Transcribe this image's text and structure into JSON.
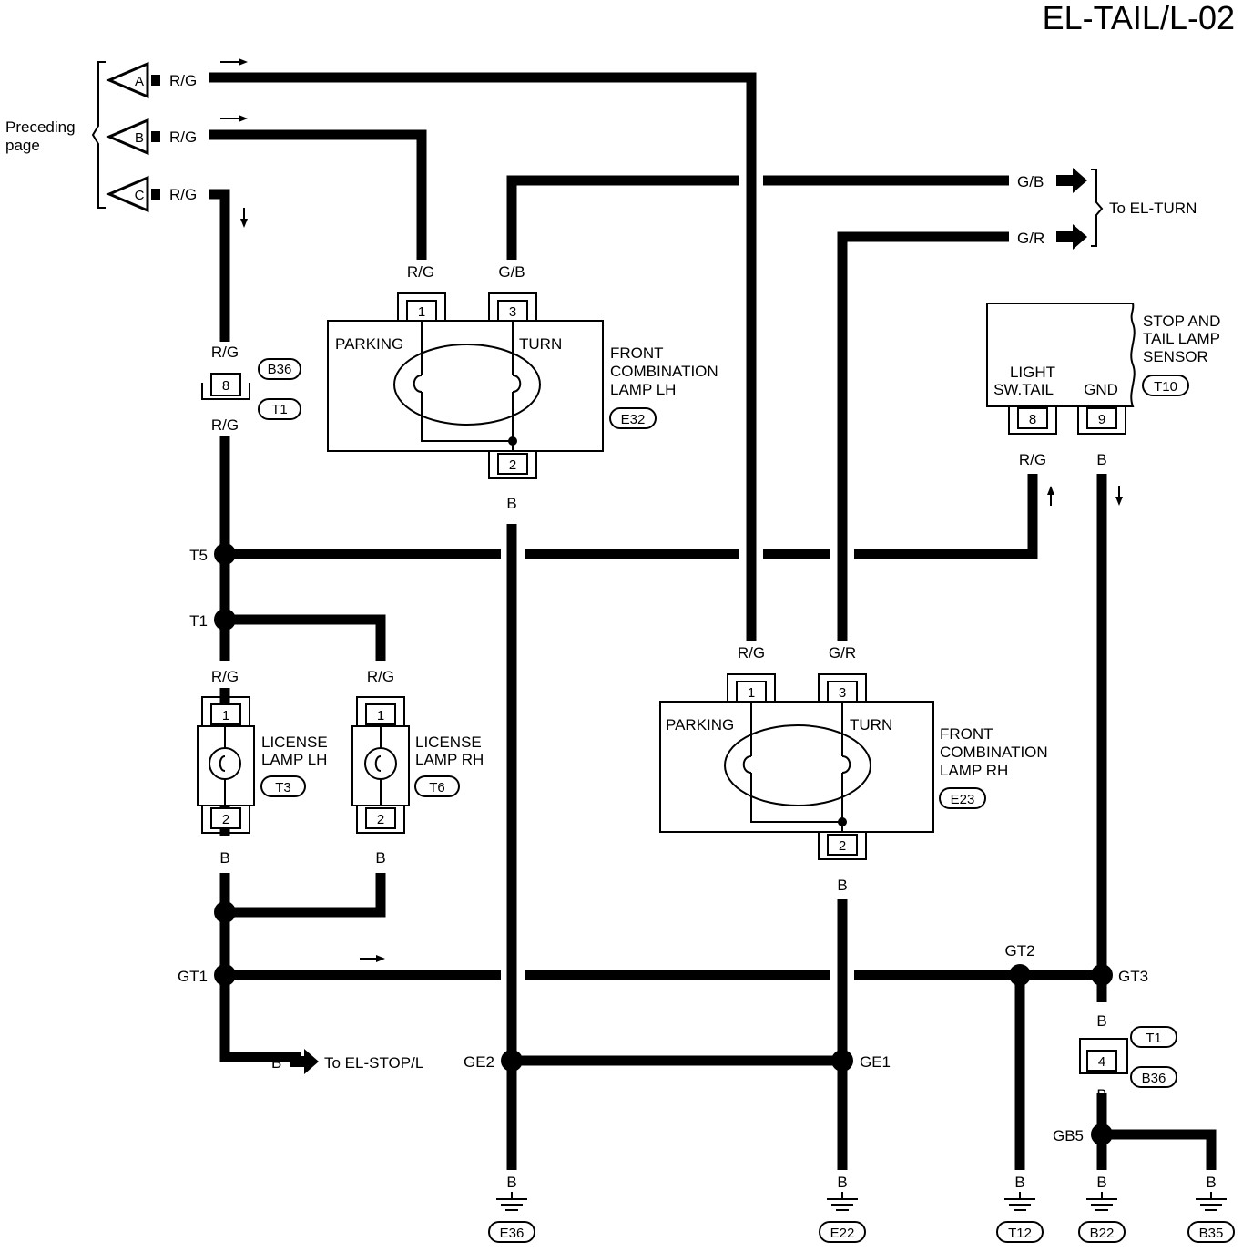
{
  "title": "EL-TAIL/L-02",
  "preceding_page": [
    "Preceding",
    "page"
  ],
  "to_el_turn": "To EL-TURN",
  "to_el_stop": "To EL-STOP/L",
  "connectors_from_prev": [
    {
      "letter": "A",
      "wire": "R/G"
    },
    {
      "letter": "B",
      "wire": "R/G"
    },
    {
      "letter": "C",
      "wire": "R/G"
    }
  ],
  "outputs_turn": [
    {
      "wire": "G/B"
    },
    {
      "wire": "G/R"
    }
  ],
  "components": {
    "front_lh": {
      "name": [
        "FRONT",
        "COMBINATION",
        "LAMP LH"
      ],
      "code": "E32",
      "parking": "PARKING",
      "turn": "TURN",
      "pin1": "1",
      "pin3": "3",
      "pin2": "2",
      "wire1": "R/G",
      "wire3": "G/B",
      "wire2": "B"
    },
    "front_rh": {
      "name": [
        "FRONT",
        "COMBINATION",
        "LAMP RH"
      ],
      "code": "E23",
      "parking": "PARKING",
      "turn": "TURN",
      "pin1": "1",
      "pin3": "3",
      "pin2": "2",
      "wire1": "R/G",
      "wire3": "G/R",
      "wire2": "B"
    },
    "license_lh": {
      "name": [
        "LICENSE",
        "LAMP LH"
      ],
      "code": "T3",
      "pin1": "1",
      "pin2": "2",
      "wire1": "R/G",
      "wire2": "B"
    },
    "license_rh": {
      "name": [
        "LICENSE",
        "LAMP RH"
      ],
      "code": "T6",
      "pin1": "1",
      "pin2": "2",
      "wire1": "R/G",
      "wire2": "B"
    },
    "sensor": {
      "name": [
        "STOP AND",
        "TAIL LAMP",
        "SENSOR"
      ],
      "code": "T10",
      "light_label": [
        "LIGHT",
        "SW.TAIL"
      ],
      "gnd_label": "GND",
      "pin8": "8",
      "pin9": "9",
      "wire8": "R/G",
      "wire9": "B"
    }
  },
  "inline_connector_1": {
    "pin": "8",
    "code_top": "B36",
    "code_bottom": "T1",
    "wire_top": "R/G",
    "wire_bottom": "R/G"
  },
  "inline_connector_2": {
    "pin": "4",
    "code_top": "T1",
    "code_bottom": "B36",
    "wire_top": "B",
    "wire_bottom": "B"
  },
  "splices": {
    "t5": "T5",
    "t1": "T1",
    "gt1": "GT1",
    "gt2": "GT2",
    "gt3": "GT3",
    "ge2": "GE2",
    "ge1": "GE1",
    "gb5": "GB5"
  },
  "wire_labels": {
    "license_lh_b": "B",
    "license_rh_b": "B",
    "license_lh_rg": "R/G",
    "license_rh_rg": "R/G",
    "stop_b": "B"
  },
  "grounds": [
    {
      "code": "E36",
      "wire": "B"
    },
    {
      "code": "E22",
      "wire": "B"
    },
    {
      "code": "T12",
      "wire": "B"
    },
    {
      "code": "B22",
      "wire": "B"
    },
    {
      "code": "B35",
      "wire": "B"
    }
  ]
}
